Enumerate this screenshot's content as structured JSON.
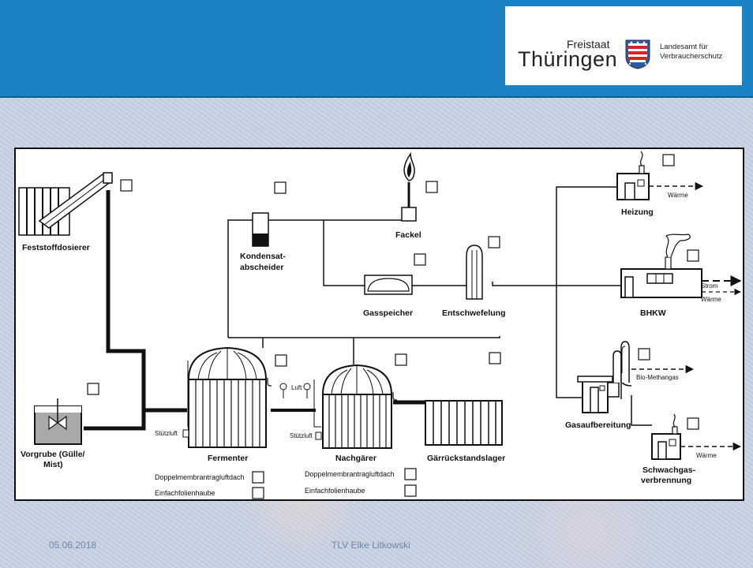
{
  "header": {
    "logo_line1": "Freistaat",
    "logo_line2": "Thüringen",
    "agency_line1": "Landesamt für",
    "agency_line2": "Verbraucherschutz",
    "crest_icon": "thuringia-coat-of-arms-icon",
    "band_color": "#1a82c3"
  },
  "diagram": {
    "components": {
      "feststoffdosierer": "Feststoffdosierer",
      "vorgrube_line1": "Vorgrube (Gülle/",
      "vorgrube_line2": "Mist)",
      "kondensat_line1": "Kondensat-",
      "kondensat_line2": "abscheider",
      "fackel": "Fackel",
      "gasspeicher": "Gasspeicher",
      "entschwefelung": "Entschwefelung",
      "fermenter": "Fermenter",
      "nachgaerer": "Nachgärer",
      "gaerrest": "Gärrückstandslager",
      "heizung": "Heizung",
      "bhkw": "BHKW",
      "gasaufbereitung": "Gasaufbereitung",
      "schwachgas_line1": "Schwachgas-",
      "schwachgas_line2": "verbrennung"
    },
    "small_labels": {
      "luft": "Luft",
      "stuetzluft": "Stützluft",
      "waerme": "Wärme",
      "strom": "Strom",
      "bio_methangas": "Bio-Methangas"
    },
    "legend": {
      "option1": "Doppelmembrantragluftdach",
      "option2": "Einfachfolienhaube"
    }
  },
  "footer": {
    "date": "05.06.2018",
    "author": "TLV Elke Litkowski"
  }
}
